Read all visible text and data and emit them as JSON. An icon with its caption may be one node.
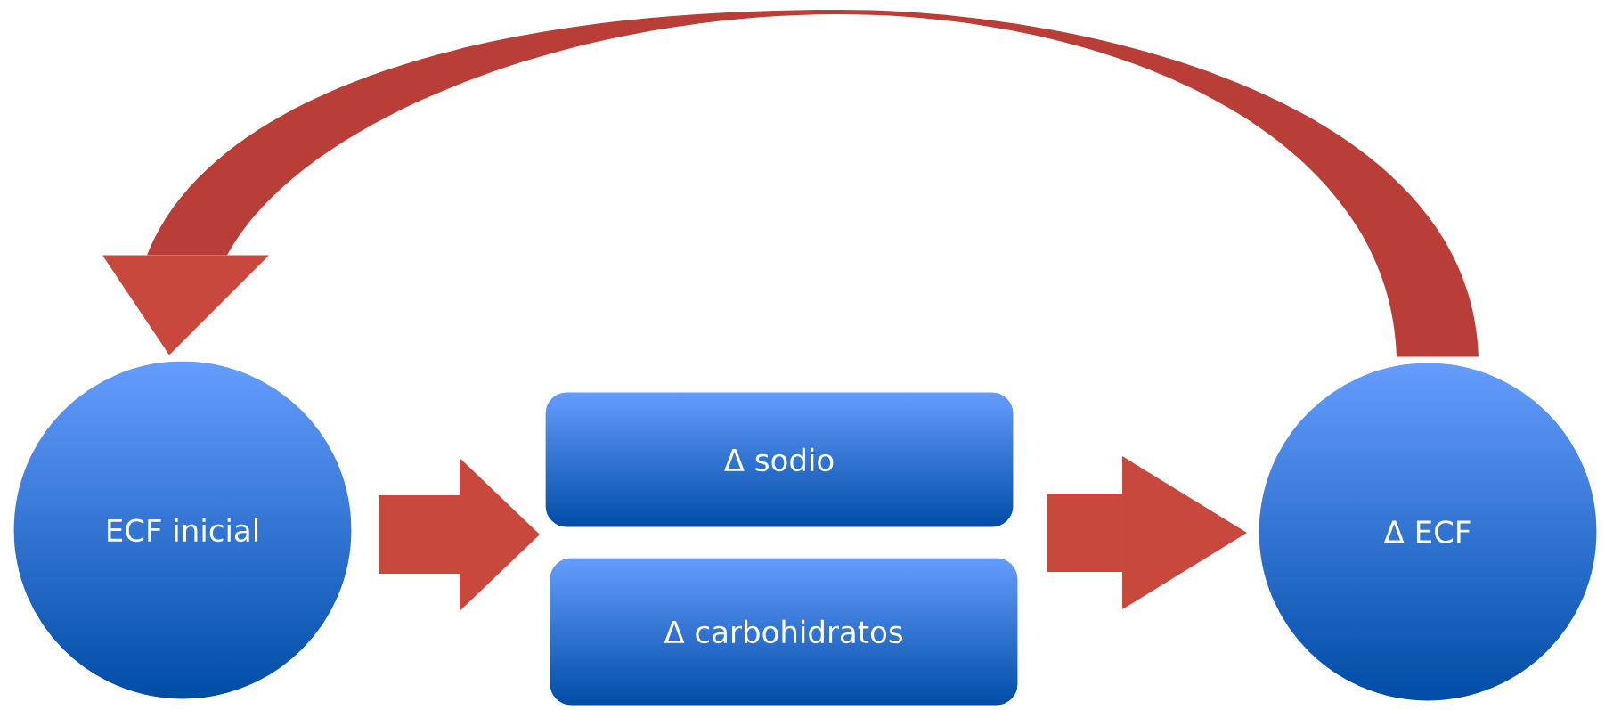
{
  "diagram": {
    "nodes": [
      {
        "text": [
          "ECF inicial"
        ]
      },
      {
        "text": [
          "Δ sodio"
        ]
      },
      {
        "text": [
          "Δ carbohidratos"
        ]
      },
      {
        "text": [
          "Δ ECF"
        ]
      }
    ],
    "edges": [
      {
        "from": 0,
        "to": 1,
        "arrow": "to"
      },
      {
        "from": 0,
        "to": 2,
        "arrow": "to"
      },
      {
        "from": 1,
        "to": 3,
        "arrow": "to"
      },
      {
        "from": 2,
        "to": 3,
        "arrow": "to"
      },
      {
        "from": 3,
        "to": 0,
        "arrow": "to"
      }
    ]
  }
}
